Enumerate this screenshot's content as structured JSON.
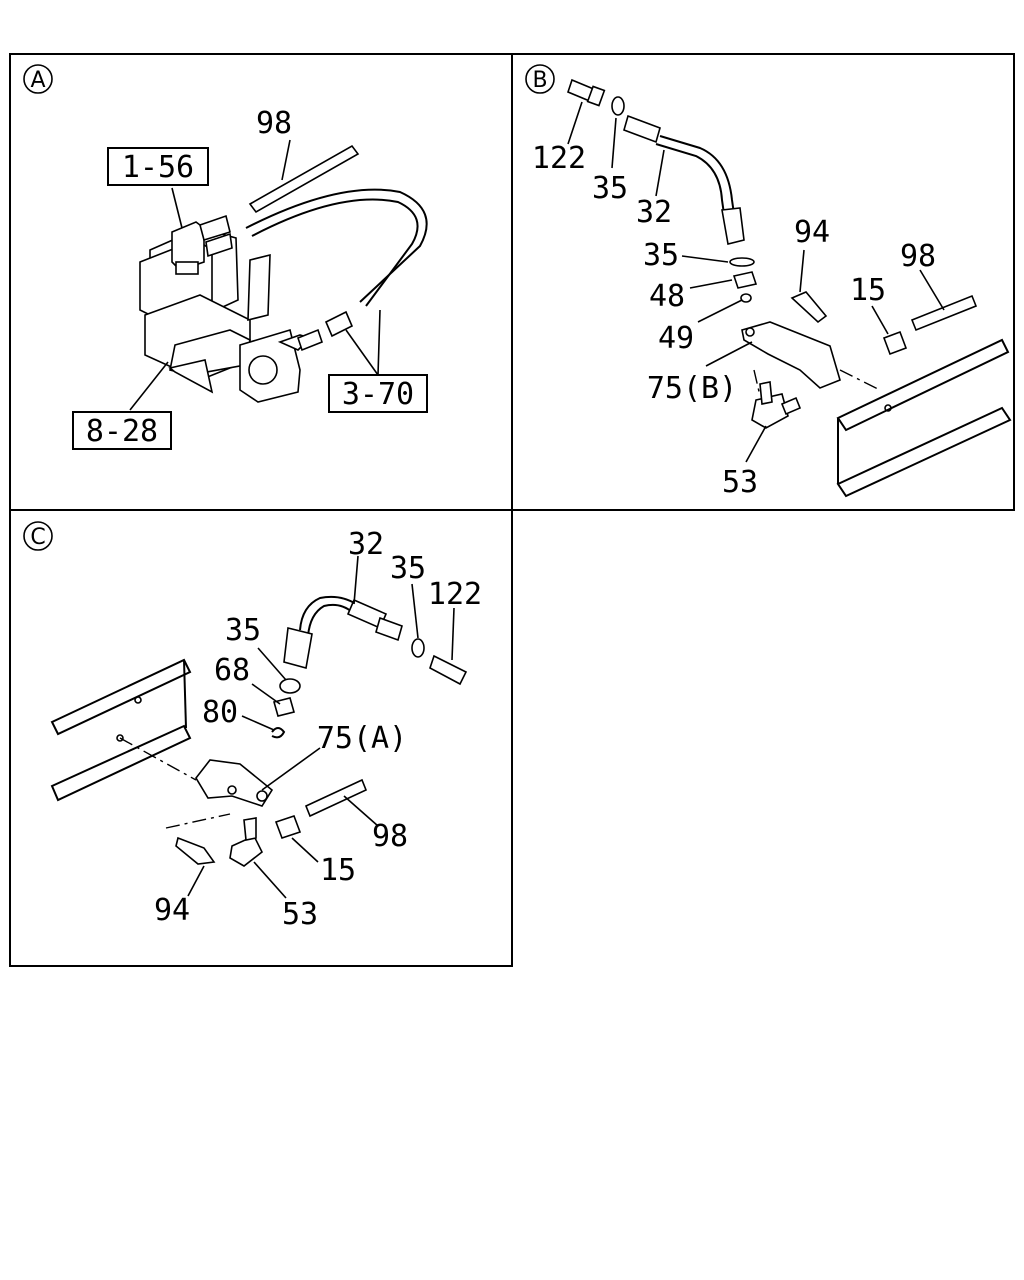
{
  "panels": [
    {
      "id": "A",
      "callouts": [
        "98",
        "1-56",
        "3-70",
        "8-28"
      ]
    },
    {
      "id": "B",
      "callouts": [
        "122",
        "35",
        "32",
        "35",
        "48",
        "49",
        "94",
        "15",
        "98",
        "75(B)",
        "53"
      ]
    },
    {
      "id": "C",
      "callouts": [
        "32",
        "35",
        "122",
        "35",
        "68",
        "80",
        "75(A)",
        "98",
        "15",
        "94",
        "53"
      ]
    }
  ]
}
